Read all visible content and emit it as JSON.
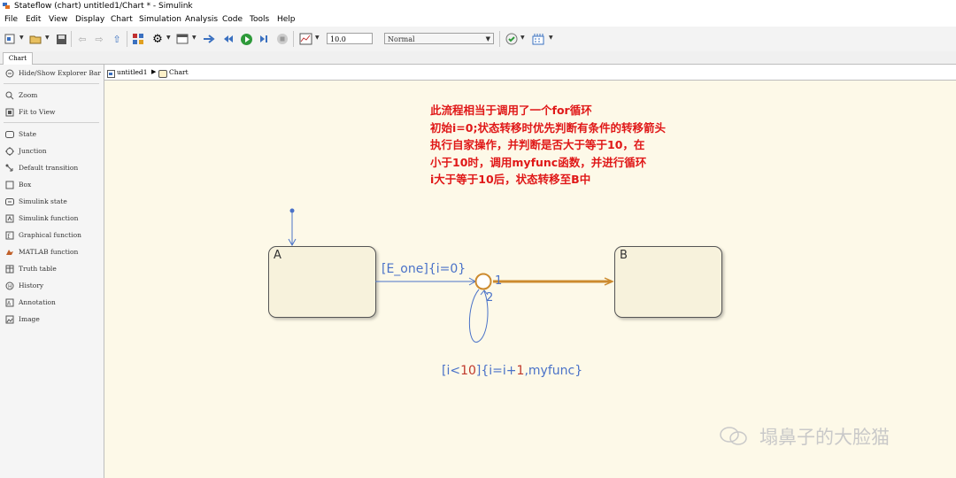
{
  "window": {
    "title": "Stateflow (chart) untitled1/Chart * - Simulink"
  },
  "menu": [
    "File",
    "Edit",
    "View",
    "Display",
    "Chart",
    "Simulation",
    "Analysis",
    "Code",
    "Tools",
    "Help"
  ],
  "toolbar": {
    "stop_time": "10.0",
    "sim_mode": "Normal"
  },
  "tabs": {
    "chart": "Chart"
  },
  "palette": {
    "hide_show": "Hide/Show Explorer Bar",
    "zoom": "Zoom",
    "fit": "Fit to View",
    "items": [
      "State",
      "Junction",
      "Default transition",
      "Box",
      "Simulink state",
      "Simulink function",
      "Graphical function",
      "MATLAB function",
      "Truth table",
      "History",
      "Annotation",
      "Image"
    ]
  },
  "breadcrumb": {
    "model": "untitled1",
    "chart": "Chart"
  },
  "note": {
    "lines": [
      "此流程相当于调用了一个for循环",
      "初始i=0;状态转移时优先判断有条件的转移箭头",
      "执行自家操作，并判断是否大于等于10，在",
      "小于10时，调用myfunc函数，并进行循环",
      "i大于等于10后，状态转移至B中"
    ],
    "color": "#e01818"
  },
  "states": {
    "a": "A",
    "b": "B"
  },
  "transitions": {
    "a_to_junction": "[E_one]{i=0}",
    "loop_prefix": "[i<",
    "loop_num1": "10",
    "loop_mid": "]{i=i+",
    "loop_num2": "1",
    "loop_suffix": ",myfunc}",
    "order_1": "1",
    "order_2": "2"
  },
  "colors": {
    "transition": "#4a72c8",
    "active_transition": "#cc8a2e",
    "canvas": "#fdf9e8"
  },
  "watermark": "塌鼻子的大脸猫"
}
